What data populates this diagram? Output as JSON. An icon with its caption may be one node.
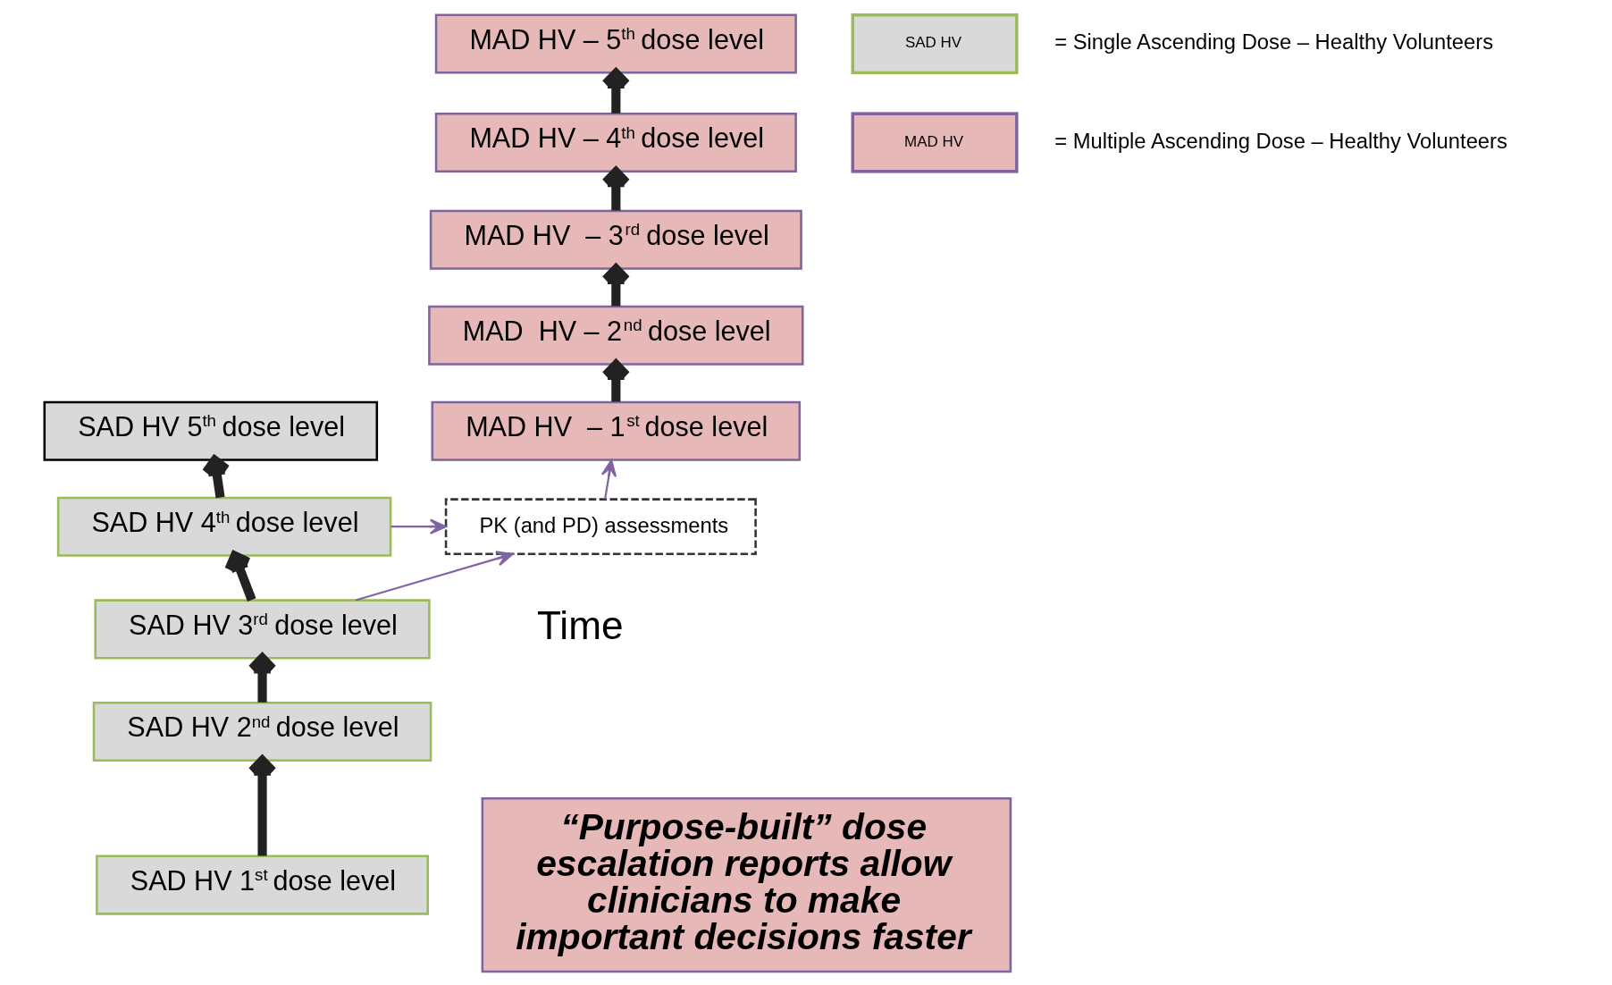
{
  "diagram": {
    "nodes": [
      {
        "text": [
          "MAD HV – 5$^{th}$ dose level"
        ]
      },
      {
        "text": [
          "MAD HV – 4$^{th}$ dose level"
        ]
      },
      {
        "text": [
          "MAD HV  – 3$^{rd}$ dose level"
        ]
      },
      {
        "text": [
          "MAD  HV – 2$^{nd}$ dose level"
        ]
      },
      {
        "text": [
          "MAD HV  – 1$^{st}$ dose level"
        ]
      },
      {
        "text": [
          "SAD HV 5$^{th}$ dose level"
        ]
      },
      {
        "text": [
          "PK (and PD) assessments"
        ]
      },
      {
        "text": [
          "SAD HV 4$^{th}$ dose level"
        ]
      },
      {
        "text": [
          "SAD HV 3$^{rd}$ dose level"
        ]
      },
      {
        "text": [
          "SAD HV 2$^{nd}$ dose level"
        ]
      },
      {
        "text": [
          "SAD HV 1$^{st}$ dose level"
        ]
      },
      {
        "text": [
          "“Purpose-built” dose escalation reports allow clinicians to make important decisions faster"
        ]
      },
      {
        "text": [
          "SAD HV"
        ]
      },
      {
        "text": [
          "MAD HV"
        ]
      }
    ],
    "edges": [
      {
        "from": 10,
        "to": 9,
        "arrow": "to"
      },
      {
        "from": 9,
        "to": 8,
        "arrow": "to"
      },
      {
        "from": 8,
        "to": 7,
        "arrow": "to"
      },
      {
        "from": 7,
        "to": 5,
        "arrow": "to"
      },
      {
        "from": 7,
        "to": 6,
        "arrow": "to",
        "color": "#8064a2"
      },
      {
        "from": 8,
        "to": 6,
        "arrow": "to",
        "color": "#8064a2"
      },
      {
        "from": 6,
        "to": 4,
        "arrow": "to",
        "color": "#8064a2"
      },
      {
        "from": 4,
        "to": 3,
        "arrow": "to"
      },
      {
        "from": 3,
        "to": 2,
        "arrow": "to"
      },
      {
        "from": 2,
        "to": 1,
        "arrow": "to"
      },
      {
        "from": 1,
        "to": 0,
        "arrow": "to"
      }
    ],
    "labels": [
      "Time"
    ],
    "legend": [
      {
        "text": "= Single Ascending Dose – Healthy Volunteers",
        "color": "#d9d9d9"
      },
      {
        "text": "= Multiple Ascending Dose – Healthy Volunteers",
        "color": "#e6b8b7"
      }
    ]
  }
}
